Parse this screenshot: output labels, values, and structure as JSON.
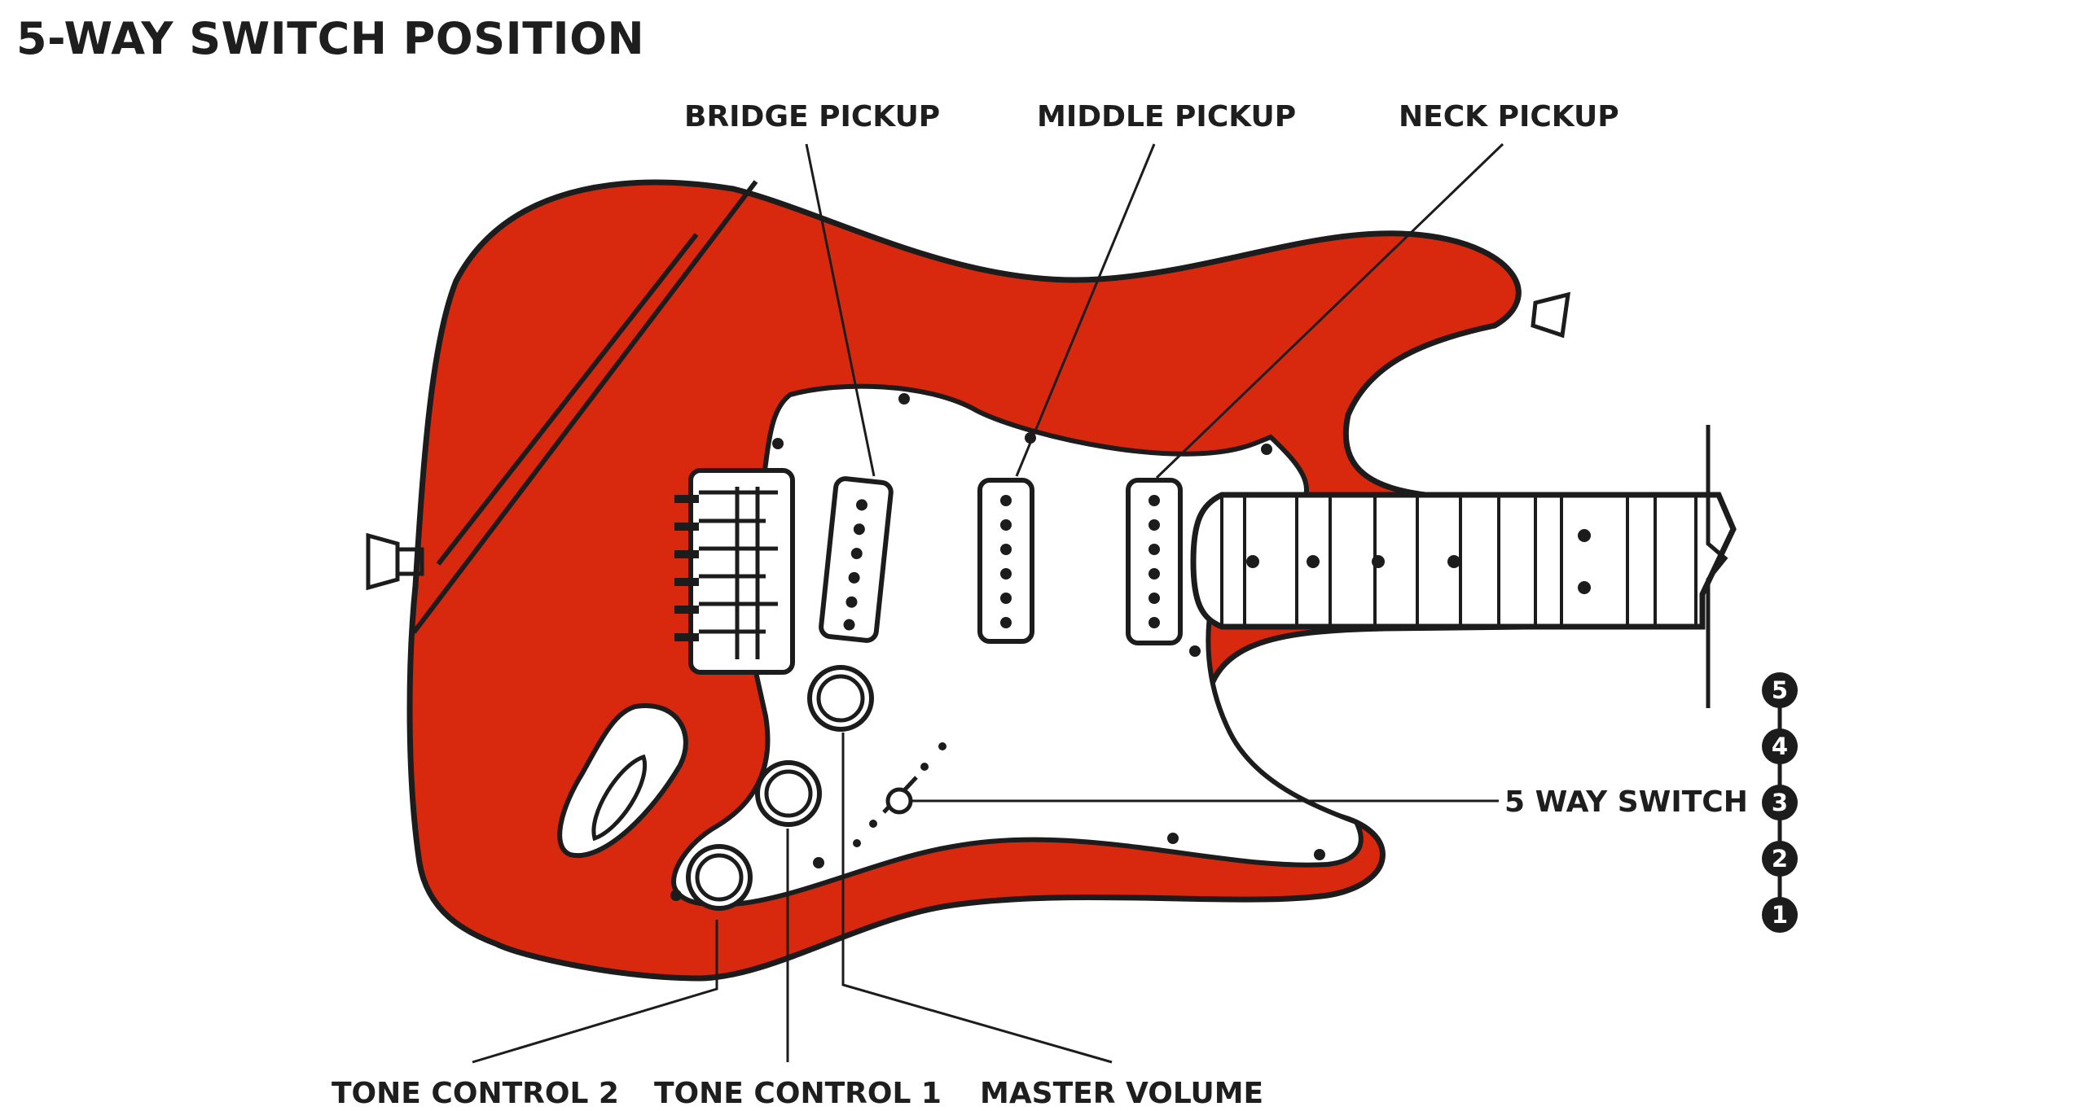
{
  "title": "5-WAY SWITCH POSITION",
  "labels": {
    "bridge_pickup": "BRIDGE PICKUP",
    "middle_pickup": "MIDDLE PICKUP",
    "neck_pickup": "NECK PICKUP",
    "five_way_switch": "5 WAY SWITCH",
    "tone_control_2": "TONE CONTROL 2",
    "tone_control_1": "TONE CONTROL 1",
    "master_volume": "MASTER VOLUME"
  },
  "switch_positions": [
    "5",
    "4",
    "3",
    "2",
    "1"
  ],
  "colors": {
    "body": "#d8290f",
    "ink": "#1c1c1c",
    "pickguard": "#ffffff",
    "background": "#ffffff"
  }
}
